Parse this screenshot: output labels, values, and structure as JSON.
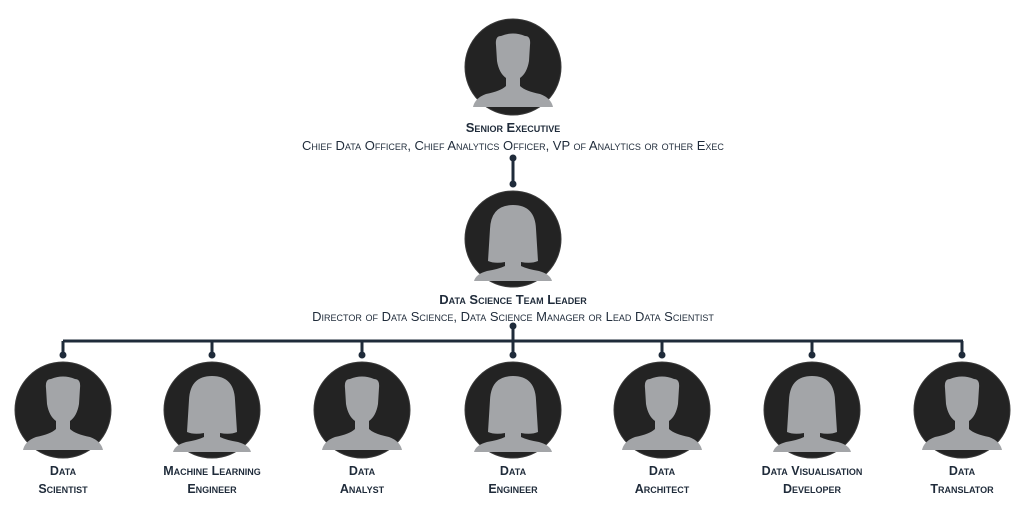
{
  "senior": {
    "title": "Senior Executive",
    "subtitle": "Chief Data Officer, Chief Analytics Officer, VP of Analytics or other Exec",
    "avatar_icon": "male-avatar-icon"
  },
  "leader": {
    "title": "Data Science Team Leader",
    "subtitle": "Director of Data Science, Data Science Manager or Lead Data Scientist",
    "avatar_icon": "female-avatar-icon"
  },
  "team": [
    {
      "line1": "Data",
      "line2": "Scientist",
      "avatar_icon": "male-avatar-icon"
    },
    {
      "line1": "Machine Learning",
      "line2": "Engineer",
      "avatar_icon": "female-avatar-icon"
    },
    {
      "line1": "Data",
      "line2": "Analyst",
      "avatar_icon": "male-avatar-icon"
    },
    {
      "line1": "Data",
      "line2": "Engineer",
      "avatar_icon": "female-avatar-icon"
    },
    {
      "line1": "Data",
      "line2": "Architect",
      "avatar_icon": "male-avatar-icon"
    },
    {
      "line1": "Data Visualisation",
      "line2": "Developer",
      "avatar_icon": "female-avatar-icon"
    },
    {
      "line1": "Data",
      "line2": "Translator",
      "avatar_icon": "male-avatar-icon"
    }
  ],
  "colors": {
    "connector": "#1f2b3a",
    "avatar_bg": "#232323",
    "silhouette": "#a3a5a8",
    "text": "#1f2b3a"
  }
}
